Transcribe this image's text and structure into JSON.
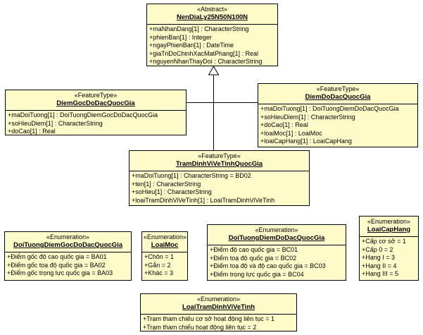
{
  "classes": {
    "abstract": {
      "stereotype": "«Abstract»",
      "name": "NenDiaLy25N50N100N",
      "attributes": [
        "+maNhanDang[1] : CharacterString",
        "+phienBan[1] : Integer",
        "+ngayPhienBan[1] : DateTime",
        "+giaTriDoChinhXacMatPhang[1] : Real",
        "+nguyenNhanThayDoi : CharacterString"
      ]
    },
    "diemGoc": {
      "stereotype": "«FeatureType»",
      "name": "DiemGocDoDacQuocGia",
      "attributes": [
        "+maDoiTuong[1] : DoiTuongDiemGocDoDacQuocGia",
        "+soHieuDiem[1] : CharacterString",
        "+doCao[1] : Real"
      ]
    },
    "diemDo": {
      "stereotype": "«FeatureType»",
      "name": "DiemDoDacQuocGia",
      "attributes": [
        "+maDoiTuong[1] : DoiTuongDiemDoDacQuocGia",
        "+soHieuDiem[1] : CharacterString",
        "+doCao[1] : Real",
        "+loaiMoc[1] : LoaiMoc",
        "+loaiCapHang[1] : LoaiCapHang"
      ]
    },
    "tram": {
      "stereotype": "«FeatureType»",
      "name": "TramDinhViVeTinhQuocGia",
      "attributes": [
        "+maDoiTuong[1] : CharacterString = BD02",
        "+ten[1] : CharacterString",
        "+soHieu[1] : CharacterString",
        "+loaiTramDinhViVeTinh[1] : LoaiTramDinhViVeTinh"
      ]
    },
    "enumDiemGoc": {
      "stereotype": "«Enumeration»",
      "name": "DoiTuongDiemGocDoDacQuocGia",
      "attributes": [
        "+Điểm gốc độ cao quốc gia = BA01",
        "+Điểm gốc toạ độ quốc gia = BA02",
        "+Điểm gốc trọng lực quốc gia = BA03"
      ]
    },
    "enumLoaiMoc": {
      "stereotype": "«Enumeration»",
      "name": "LoaiMoc",
      "attributes": [
        "+Chôn = 1",
        "+Gắn = 2",
        "+Khác = 3"
      ]
    },
    "enumDiemDo": {
      "stereotype": "«Enumeration»",
      "name": "DoiTuongDiemDoDacQuocGia",
      "attributes": [
        "+Điểm độ cao quốc gia = BC01",
        "+Điểm toạ độ quốc gia = BC02",
        "+Điểm toạ độ và độ cao quốc gia = BC03",
        "+Điểm trọng lực quốc gia = BC04"
      ]
    },
    "enumCapHang": {
      "stereotype": "«Enumeration»",
      "name": "LoaiCapHang",
      "attributes": [
        "+Cấp cơ sở = 1",
        "+Cấp 0 = 2",
        "+Hạng I = 3",
        "+Hạng II = 4",
        "+Hạng III = 5"
      ]
    },
    "enumTram": {
      "stereotype": "«Enumeration»",
      "name": "LoaiTramDinhViVeTinh",
      "attributes": [
        "+Trạm tham chiếu cơ sở hoạt động liên tục = 1",
        "+Trạm tham chiếu hoạt động liên tục = 2"
      ]
    }
  }
}
